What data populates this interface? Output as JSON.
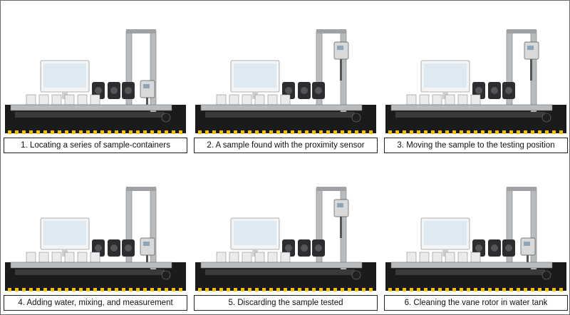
{
  "figure": {
    "panels": [
      {
        "caption": "1. Locating a series of sample-containers",
        "head": "right"
      },
      {
        "caption": "2. A sample found with the proximity sensor",
        "head": "top"
      },
      {
        "caption": "3. Moving the sample to the testing position",
        "head": "top"
      },
      {
        "caption": "4. Adding water, mixing, and measurement",
        "head": "right"
      },
      {
        "caption": "5. Discarding the sample tested",
        "head": "top"
      },
      {
        "caption": "6. Cleaning the vane rotor in water tank",
        "head": "right"
      }
    ],
    "colors": {
      "floor": "#1b1b1b",
      "hazard_yellow": "#f2c200",
      "aluminum": "#b9bcbf",
      "dark_metal": "#2b2d30",
      "screen": "#dfe9f2"
    }
  }
}
